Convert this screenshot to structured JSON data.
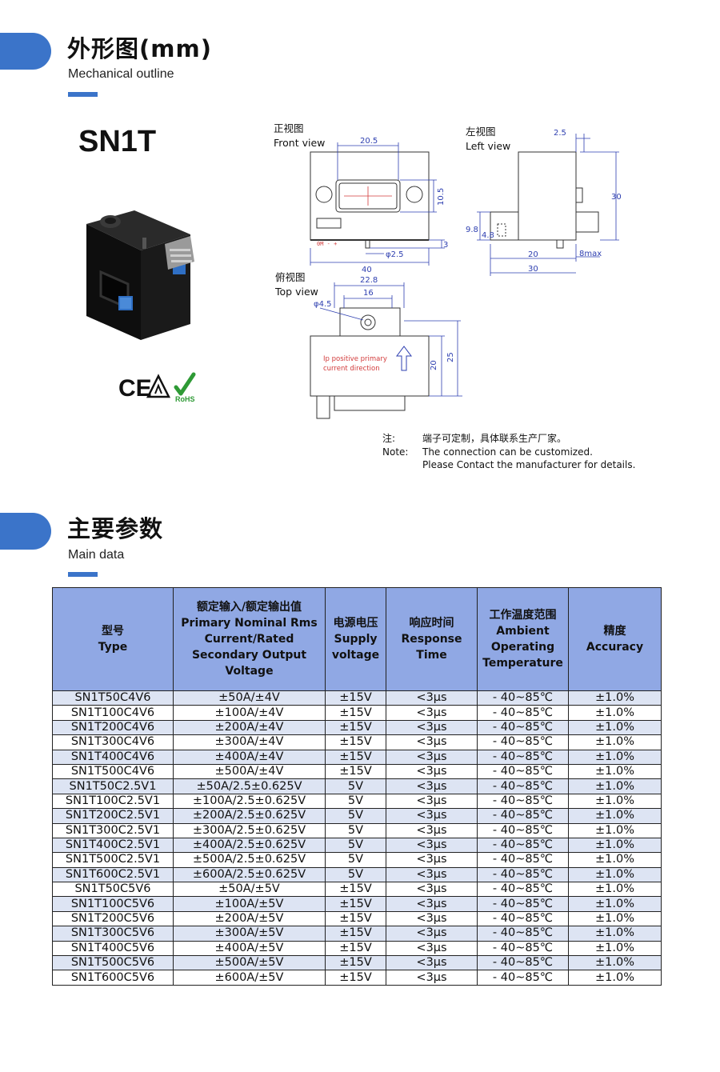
{
  "section1": {
    "title_cn": "外形图(mm)",
    "title_en": "Mechanical outline"
  },
  "model": "SN1T",
  "certifications": [
    "CE",
    "ESD",
    "RoHS"
  ],
  "drawing": {
    "front_view_cn": "正视图",
    "front_view_en": "Front view",
    "left_view_cn": "左视图",
    "left_view_en": "Left view",
    "top_view_cn": "俯视图",
    "top_view_en": "Top view",
    "pin_label": "0M - +",
    "direction_line1": "Ip positive primary",
    "direction_line2": "current direction",
    "dims": {
      "d20_5": "20.5",
      "d10_5": "10.5",
      "d3": "3",
      "d40": "40",
      "dphi2_5": "φ2.5",
      "d2_5": "2.5",
      "d30v": "30",
      "d9_8": "9.8",
      "d4_8": "4.8",
      "d20": "20",
      "d30h": "30",
      "d8max": "8max",
      "d22_8": "22.8",
      "d16": "16",
      "dphi4_5": "φ4.5",
      "d20v": "20",
      "d25": "25"
    }
  },
  "note": {
    "label_cn": "注:",
    "text_cn": "端子可定制，具体联系生产厂家。",
    "label_en": "Note:",
    "text_en1": "The connection can be customized.",
    "text_en2": "Please Contact the manufacturer for details."
  },
  "section2": {
    "title_cn": "主要参数",
    "title_en": "Main data"
  },
  "table": {
    "headers": [
      [
        "型号",
        "Type"
      ],
      [
        "额定输入/额定输出值",
        "Primary Nominal Rms",
        "Current/Rated",
        "Secondary Output",
        "Voltage"
      ],
      [
        "电源电压",
        "Supply",
        "voltage"
      ],
      [
        "响应时间",
        "Response",
        "Time"
      ],
      [
        "工作温度范围",
        "Ambient",
        "Operating",
        "Temperature"
      ],
      [
        "精度",
        "Accuracy"
      ]
    ],
    "rows": [
      [
        "SN1T50C4V6",
        "±50A/±4V",
        "±15V",
        "<3μs",
        "- 40~85℃",
        "±1.0%"
      ],
      [
        "SN1T100C4V6",
        "±100A/±4V",
        "±15V",
        "<3μs",
        "- 40~85℃",
        "±1.0%"
      ],
      [
        "SN1T200C4V6",
        "±200A/±4V",
        "±15V",
        "<3μs",
        "- 40~85℃",
        "±1.0%"
      ],
      [
        "SN1T300C4V6",
        "±300A/±4V",
        "±15V",
        "<3μs",
        "- 40~85℃",
        "±1.0%"
      ],
      [
        "SN1T400C4V6",
        "±400A/±4V",
        "±15V",
        "<3μs",
        "- 40~85℃",
        "±1.0%"
      ],
      [
        "SN1T500C4V6",
        "±500A/±4V",
        "±15V",
        "<3μs",
        "- 40~85℃",
        "±1.0%"
      ],
      [
        "SN1T50C2.5V1",
        "±50A/2.5±0.625V",
        "5V",
        "<3μs",
        "- 40~85℃",
        "±1.0%"
      ],
      [
        "SN1T100C2.5V1",
        "±100A/2.5±0.625V",
        "5V",
        "<3μs",
        "- 40~85℃",
        "±1.0%"
      ],
      [
        "SN1T200C2.5V1",
        "±200A/2.5±0.625V",
        "5V",
        "<3μs",
        "- 40~85℃",
        "±1.0%"
      ],
      [
        "SN1T300C2.5V1",
        "±300A/2.5±0.625V",
        "5V",
        "<3μs",
        "- 40~85℃",
        "±1.0%"
      ],
      [
        "SN1T400C2.5V1",
        "±400A/2.5±0.625V",
        "5V",
        "<3μs",
        "- 40~85℃",
        "±1.0%"
      ],
      [
        "SN1T500C2.5V1",
        "±500A/2.5±0.625V",
        "5V",
        "<3μs",
        "- 40~85℃",
        "±1.0%"
      ],
      [
        "SN1T600C2.5V1",
        "±600A/2.5±0.625V",
        "5V",
        "<3μs",
        "- 40~85℃",
        "±1.0%"
      ],
      [
        "SN1T50C5V6",
        "±50A/±5V",
        "±15V",
        "<3μs",
        "- 40~85℃",
        "±1.0%"
      ],
      [
        "SN1T100C5V6",
        "±100A/±5V",
        "±15V",
        "<3μs",
        "- 40~85℃",
        "±1.0%"
      ],
      [
        "SN1T200C5V6",
        "±200A/±5V",
        "±15V",
        "<3μs",
        "- 40~85℃",
        "±1.0%"
      ],
      [
        "SN1T300C5V6",
        "±300A/±5V",
        "±15V",
        "<3μs",
        "- 40~85℃",
        "±1.0%"
      ],
      [
        "SN1T400C5V6",
        "±400A/±5V",
        "±15V",
        "<3μs",
        "- 40~85℃",
        "±1.0%"
      ],
      [
        "SN1T500C5V6",
        "±500A/±5V",
        "±15V",
        "<3μs",
        "- 40~85℃",
        "±1.0%"
      ],
      [
        "SN1T600C5V6",
        "±600A/±5V",
        "±15V",
        "<3μs",
        "- 40~85℃",
        "±1.0%"
      ]
    ]
  },
  "colors": {
    "accent": "#3b74c9",
    "header_bg": "#90a8e4",
    "row_alt": "#dde4f3",
    "dimension": "#2e3fb0",
    "centerline": "#d23b3b"
  }
}
